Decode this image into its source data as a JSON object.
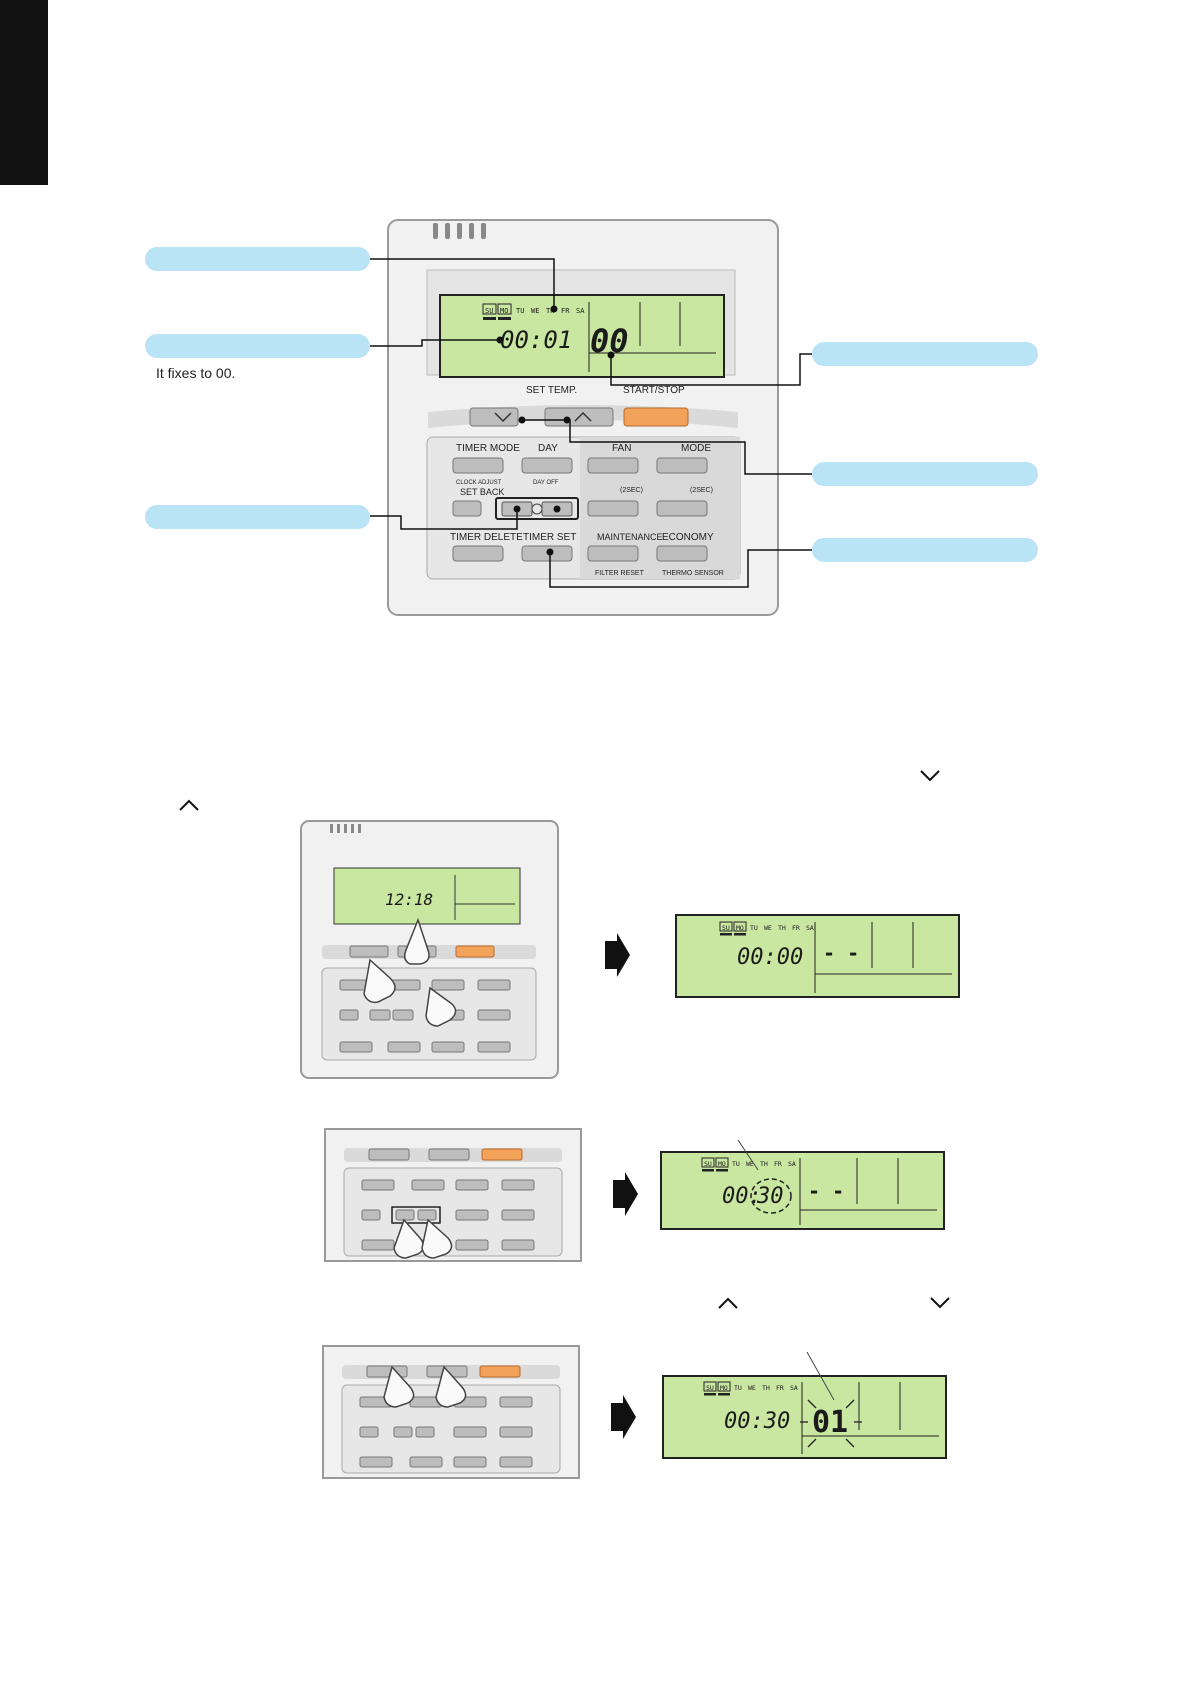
{
  "note": {
    "fixes_text": "It fixes to 00."
  },
  "lcd": {
    "days": [
      "SU",
      "MO",
      "TU",
      "WE",
      "TH",
      "FR",
      "SA"
    ],
    "main_time": "00:01",
    "main_minutes": "00",
    "step1_time": "00:00",
    "step1_dash": "- -",
    "step2_hour": "00:",
    "step2_minutes": "30",
    "step2_dash": "- -",
    "step3_time": "00:30",
    "step3_value": "01",
    "thumb_time": "12:18"
  },
  "remote": {
    "set_temp": "SET TEMP.",
    "start_stop": "START/STOP",
    "timer_mode": "TIMER MODE",
    "day": "DAY",
    "fan": "FAN",
    "mode": "MODE",
    "clock_adjust": "CLOCK ADJUST",
    "day_off": "DAY OFF",
    "set_back": "SET BACK",
    "sec2_a": "(2SEC)",
    "sec2_b": "(2SEC)",
    "timer_delete": "TIMER DELETE",
    "timer_set": "TIMER SET",
    "maintenance": "MAINTENANCE",
    "economy": "ECONOMY",
    "filter_reset": "FILTER RESET",
    "thermo_sensor": "THERMO SENSOR"
  },
  "colors": {
    "callout": "#b8e4f5",
    "lcd_bg": "#c9e7a0",
    "start_button": "#f3a25a",
    "panel": "#e9e9e9"
  },
  "icons": [
    "chevron-down-icon",
    "chevron-up-icon",
    "arrow-right-icon",
    "pointing-hand-icon"
  ]
}
